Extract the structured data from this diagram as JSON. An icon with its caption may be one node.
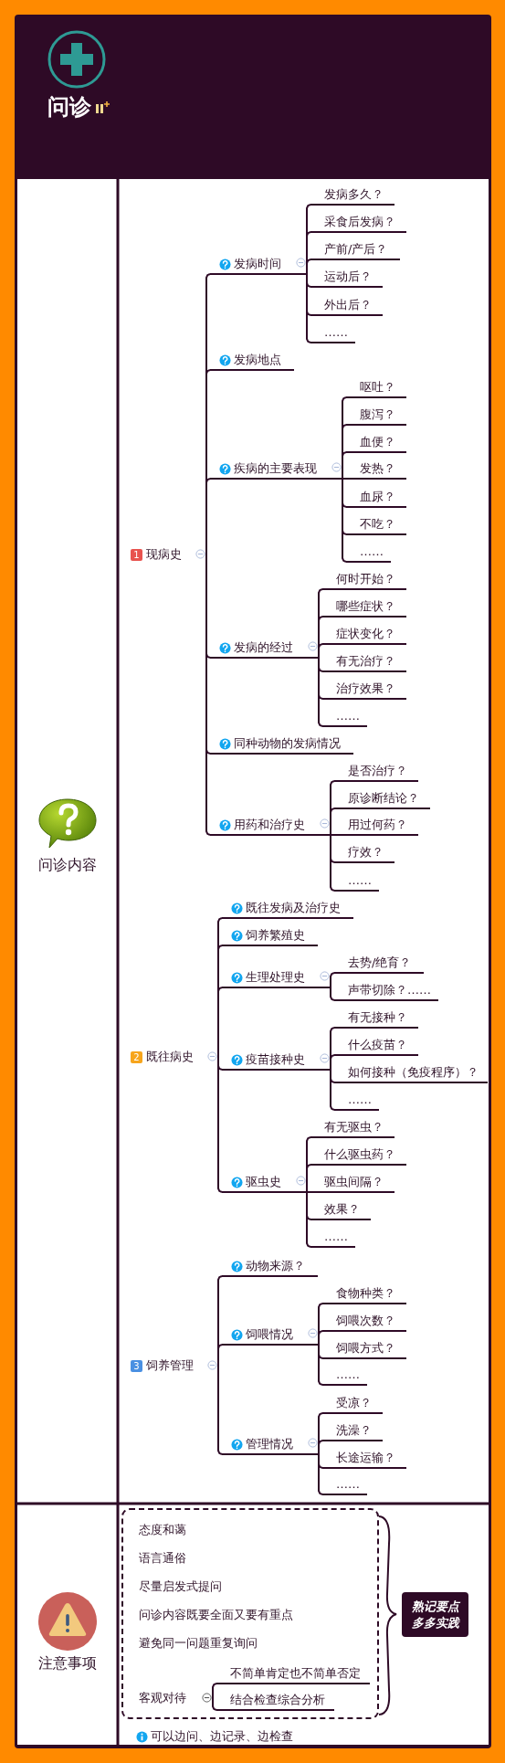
{
  "diagram": {
    "title": "问诊",
    "nodes": [
      {
        "text": [
          "问诊内容"
        ]
      },
      {
        "text": [
          "1",
          "现病史"
        ]
      },
      {
        "text": [
          "发病时间"
        ]
      },
      {
        "text": [
          "发病多久？"
        ]
      },
      {
        "text": [
          "采食后发病？"
        ]
      },
      {
        "text": [
          "产前/产后？"
        ]
      },
      {
        "text": [
          "运动后？"
        ]
      },
      {
        "text": [
          "外出后？"
        ]
      },
      {
        "text": [
          "……"
        ]
      },
      {
        "text": [
          "发病地点"
        ]
      },
      {
        "text": [
          "疾病的主要表现"
        ]
      },
      {
        "text": [
          "呕吐？"
        ]
      },
      {
        "text": [
          "腹泻？"
        ]
      },
      {
        "text": [
          "血便？"
        ]
      },
      {
        "text": [
          "发热？"
        ]
      },
      {
        "text": [
          "血尿？"
        ]
      },
      {
        "text": [
          "不吃？"
        ]
      },
      {
        "text": [
          "……"
        ]
      },
      {
        "text": [
          "发病的经过"
        ]
      },
      {
        "text": [
          "何时开始？"
        ]
      },
      {
        "text": [
          "哪些症状？"
        ]
      },
      {
        "text": [
          "症状变化？"
        ]
      },
      {
        "text": [
          "有无治疗？"
        ]
      },
      {
        "text": [
          "治疗效果？"
        ]
      },
      {
        "text": [
          "……"
        ]
      },
      {
        "text": [
          "同种动物的发病情况"
        ]
      },
      {
        "text": [
          "用药和治疗史"
        ]
      },
      {
        "text": [
          "是否治疗？"
        ]
      },
      {
        "text": [
          "原诊断结论？"
        ]
      },
      {
        "text": [
          "用过何药？"
        ]
      },
      {
        "text": [
          "疗效？"
        ]
      },
      {
        "text": [
          "……"
        ]
      },
      {
        "text": [
          "2",
          "既往病史"
        ]
      },
      {
        "text": [
          "既往发病及治疗史"
        ]
      },
      {
        "text": [
          "饲养繁殖史"
        ]
      },
      {
        "text": [
          "生理处理史"
        ]
      },
      {
        "text": [
          "去势/绝育？"
        ]
      },
      {
        "text": [
          "声带切除？……"
        ]
      },
      {
        "text": [
          "疫苗接种史"
        ]
      },
      {
        "text": [
          "有无接种？"
        ]
      },
      {
        "text": [
          "什么疫苗？"
        ]
      },
      {
        "text": [
          "如何接种（免疫程序）？"
        ]
      },
      {
        "text": [
          "……"
        ]
      },
      {
        "text": [
          "驱虫史"
        ]
      },
      {
        "text": [
          "有无驱虫？"
        ]
      },
      {
        "text": [
          "什么驱虫药？"
        ]
      },
      {
        "text": [
          "驱虫间隔？"
        ]
      },
      {
        "text": [
          "效果？"
        ]
      },
      {
        "text": [
          "……"
        ]
      },
      {
        "text": [
          "3",
          "饲养管理"
        ]
      },
      {
        "text": [
          "动物来源？"
        ]
      },
      {
        "text": [
          "饲喂情况"
        ]
      },
      {
        "text": [
          "食物种类？"
        ]
      },
      {
        "text": [
          "饲喂次数？"
        ]
      },
      {
        "text": [
          "饲喂方式？"
        ]
      },
      {
        "text": [
          "……"
        ]
      },
      {
        "text": [
          "管理情况"
        ]
      },
      {
        "text": [
          "受凉？"
        ]
      },
      {
        "text": [
          "洗澡？"
        ]
      },
      {
        "text": [
          "长途运输？"
        ]
      },
      {
        "text": [
          "……"
        ]
      },
      {
        "text": [
          "注意事项"
        ]
      },
      {
        "text": [],
        "shape": "box"
      },
      {
        "text": [
          "态度和蔼"
        ],
        "in": 62
      },
      {
        "text": [
          "语言通俗"
        ],
        "in": 62
      },
      {
        "text": [
          "尽量启发式提问"
        ],
        "in": 62
      },
      {
        "text": [
          "问诊内容既要全面又要有重点"
        ],
        "in": 62
      },
      {
        "text": [
          "避免同一问题重复询问"
        ],
        "in": 62
      },
      {
        "text": [
          "客观对待"
        ],
        "in": 62
      },
      {
        "text": [
          "不简单肯定也不简单否定"
        ],
        "in": 62
      },
      {
        "text": [
          "结合检查综合分析"
        ],
        "in": 62
      },
      {
        "text": [
          "熟记要点多多实践"
        ]
      }
    ],
    "edges": [
      {
        "from": 1,
        "to": 2,
        "arrow": "none"
      },
      {
        "from": 2,
        "to": 3,
        "arrow": "none"
      },
      {
        "from": 2,
        "to": 4,
        "arrow": "none"
      },
      {
        "from": 2,
        "to": 5,
        "arrow": "none"
      },
      {
        "from": 2,
        "to": 6,
        "arrow": "none"
      },
      {
        "from": 2,
        "to": 7,
        "arrow": "none"
      },
      {
        "from": 2,
        "to": 8,
        "arrow": "none"
      },
      {
        "from": 1,
        "to": 9,
        "arrow": "none"
      },
      {
        "from": 1,
        "to": 10,
        "arrow": "none"
      },
      {
        "from": 10,
        "to": 11,
        "arrow": "none"
      },
      {
        "from": 10,
        "to": 12,
        "arrow": "none"
      },
      {
        "from": 10,
        "to": 13,
        "arrow": "none"
      },
      {
        "from": 10,
        "to": 14,
        "arrow": "none"
      },
      {
        "from": 10,
        "to": 15,
        "arrow": "none"
      },
      {
        "from": 10,
        "to": 16,
        "arrow": "none"
      },
      {
        "from": 10,
        "to": 17,
        "arrow": "none"
      },
      {
        "from": 1,
        "to": 18,
        "arrow": "none"
      },
      {
        "from": 18,
        "to": 19,
        "arrow": "none"
      },
      {
        "from": 18,
        "to": 20,
        "arrow": "none"
      },
      {
        "from": 18,
        "to": 21,
        "arrow": "none"
      },
      {
        "from": 18,
        "to": 22,
        "arrow": "none"
      },
      {
        "from": 18,
        "to": 23,
        "arrow": "none"
      },
      {
        "from": 18,
        "to": 24,
        "arrow": "none"
      },
      {
        "from": 1,
        "to": 25,
        "arrow": "none"
      },
      {
        "from": 1,
        "to": 26,
        "arrow": "none"
      },
      {
        "from": 26,
        "to": 27,
        "arrow": "none"
      },
      {
        "from": 26,
        "to": 28,
        "arrow": "none"
      },
      {
        "from": 26,
        "to": 29,
        "arrow": "none"
      },
      {
        "from": 26,
        "to": 30,
        "arrow": "none"
      },
      {
        "from": 26,
        "to": 31,
        "arrow": "none"
      },
      {
        "from": 32,
        "to": 33,
        "arrow": "none"
      },
      {
        "from": 32,
        "to": 34,
        "arrow": "none"
      },
      {
        "from": 32,
        "to": 35,
        "arrow": "none"
      },
      {
        "from": 35,
        "to": 36,
        "arrow": "none"
      },
      {
        "from": 35,
        "to": 37,
        "arrow": "none"
      },
      {
        "from": 32,
        "to": 38,
        "arrow": "none"
      },
      {
        "from": 38,
        "to": 39,
        "arrow": "none"
      },
      {
        "from": 38,
        "to": 40,
        "arrow": "none"
      },
      {
        "from": 38,
        "to": 41,
        "arrow": "none"
      },
      {
        "from": 38,
        "to": 42,
        "arrow": "none"
      },
      {
        "from": 32,
        "to": 43,
        "arrow": "none"
      },
      {
        "from": 43,
        "to": 44,
        "arrow": "none"
      },
      {
        "from": 43,
        "to": 45,
        "arrow": "none"
      },
      {
        "from": 43,
        "to": 46,
        "arrow": "none"
      },
      {
        "from": 43,
        "to": 47,
        "arrow": "none"
      },
      {
        "from": 43,
        "to": 48,
        "arrow": "none"
      },
      {
        "from": 49,
        "to": 50,
        "arrow": "none"
      },
      {
        "from": 49,
        "to": 51,
        "arrow": "none"
      },
      {
        "from": 51,
        "to": 52,
        "arrow": "none"
      },
      {
        "from": 51,
        "to": 53,
        "arrow": "none"
      },
      {
        "from": 51,
        "to": 54,
        "arrow": "none"
      },
      {
        "from": 51,
        "to": 55,
        "arrow": "none"
      },
      {
        "from": 49,
        "to": 56,
        "arrow": "none"
      },
      {
        "from": 56,
        "to": 57,
        "arrow": "none"
      },
      {
        "from": 56,
        "to": 58,
        "arrow": "none"
      },
      {
        "from": 56,
        "to": 59,
        "arrow": "none"
      },
      {
        "from": 56,
        "to": 60,
        "arrow": "none"
      },
      {
        "from": 68,
        "to": 69,
        "arrow": "none"
      },
      {
        "from": 68,
        "to": 70,
        "arrow": "none"
      }
    ],
    "labels": [
      "可以边问、边记录、边检查"
    ]
  }
}
